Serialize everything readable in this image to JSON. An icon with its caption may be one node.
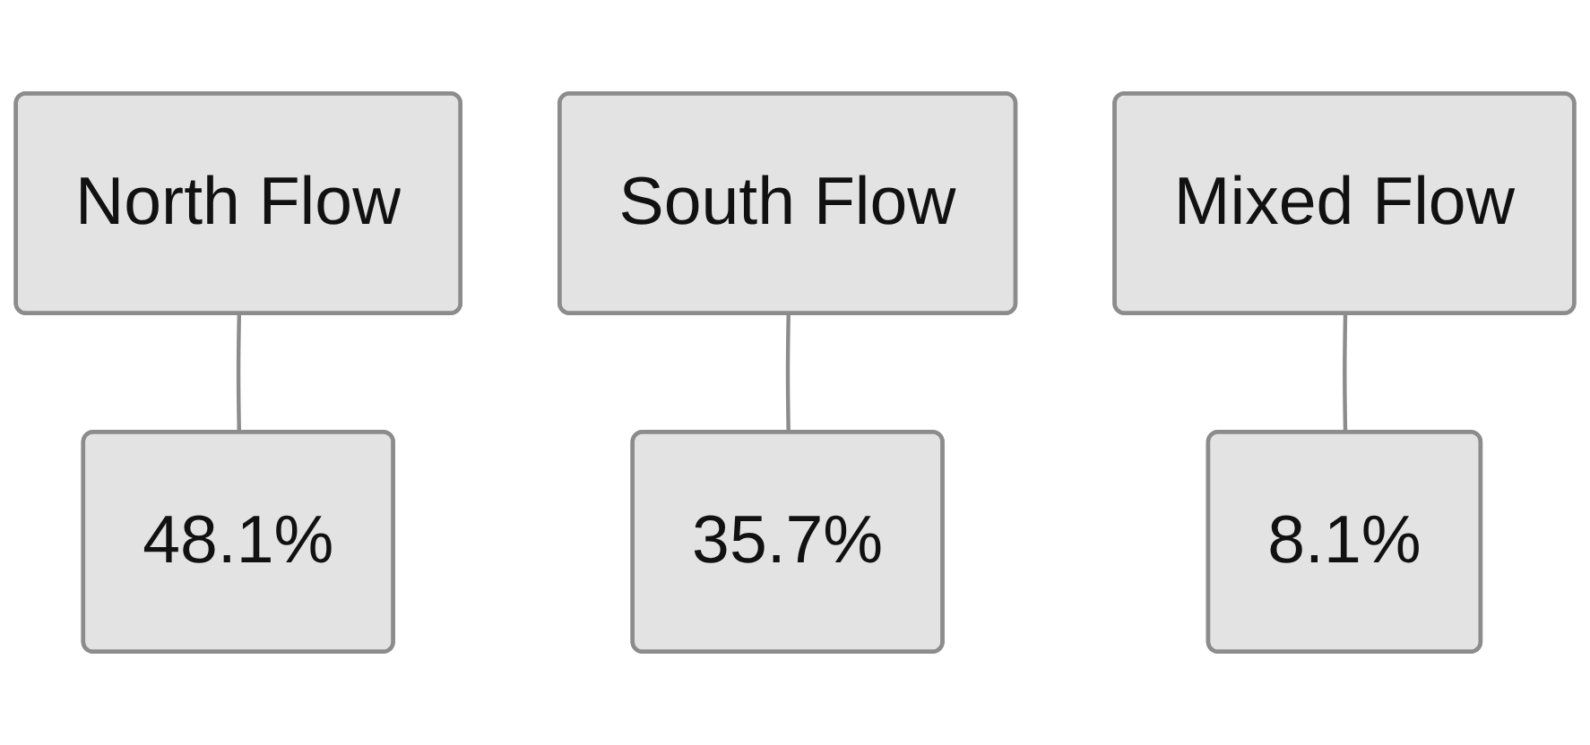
{
  "diagram": {
    "nodes": [
      {
        "text": [
          "North Flow"
        ]
      },
      {
        "text": [
          "South Flow"
        ]
      },
      {
        "text": [
          "Mixed Flow"
        ]
      },
      {
        "text": [
          "48.1%"
        ]
      },
      {
        "text": [
          "35.7%"
        ]
      },
      {
        "text": [
          "8.1%"
        ]
      }
    ],
    "edges": [
      {
        "from": 0,
        "to": 3,
        "arrow": "none"
      },
      {
        "from": 1,
        "to": 4,
        "arrow": "none"
      },
      {
        "from": 2,
        "to": 5,
        "arrow": "none"
      }
    ]
  }
}
